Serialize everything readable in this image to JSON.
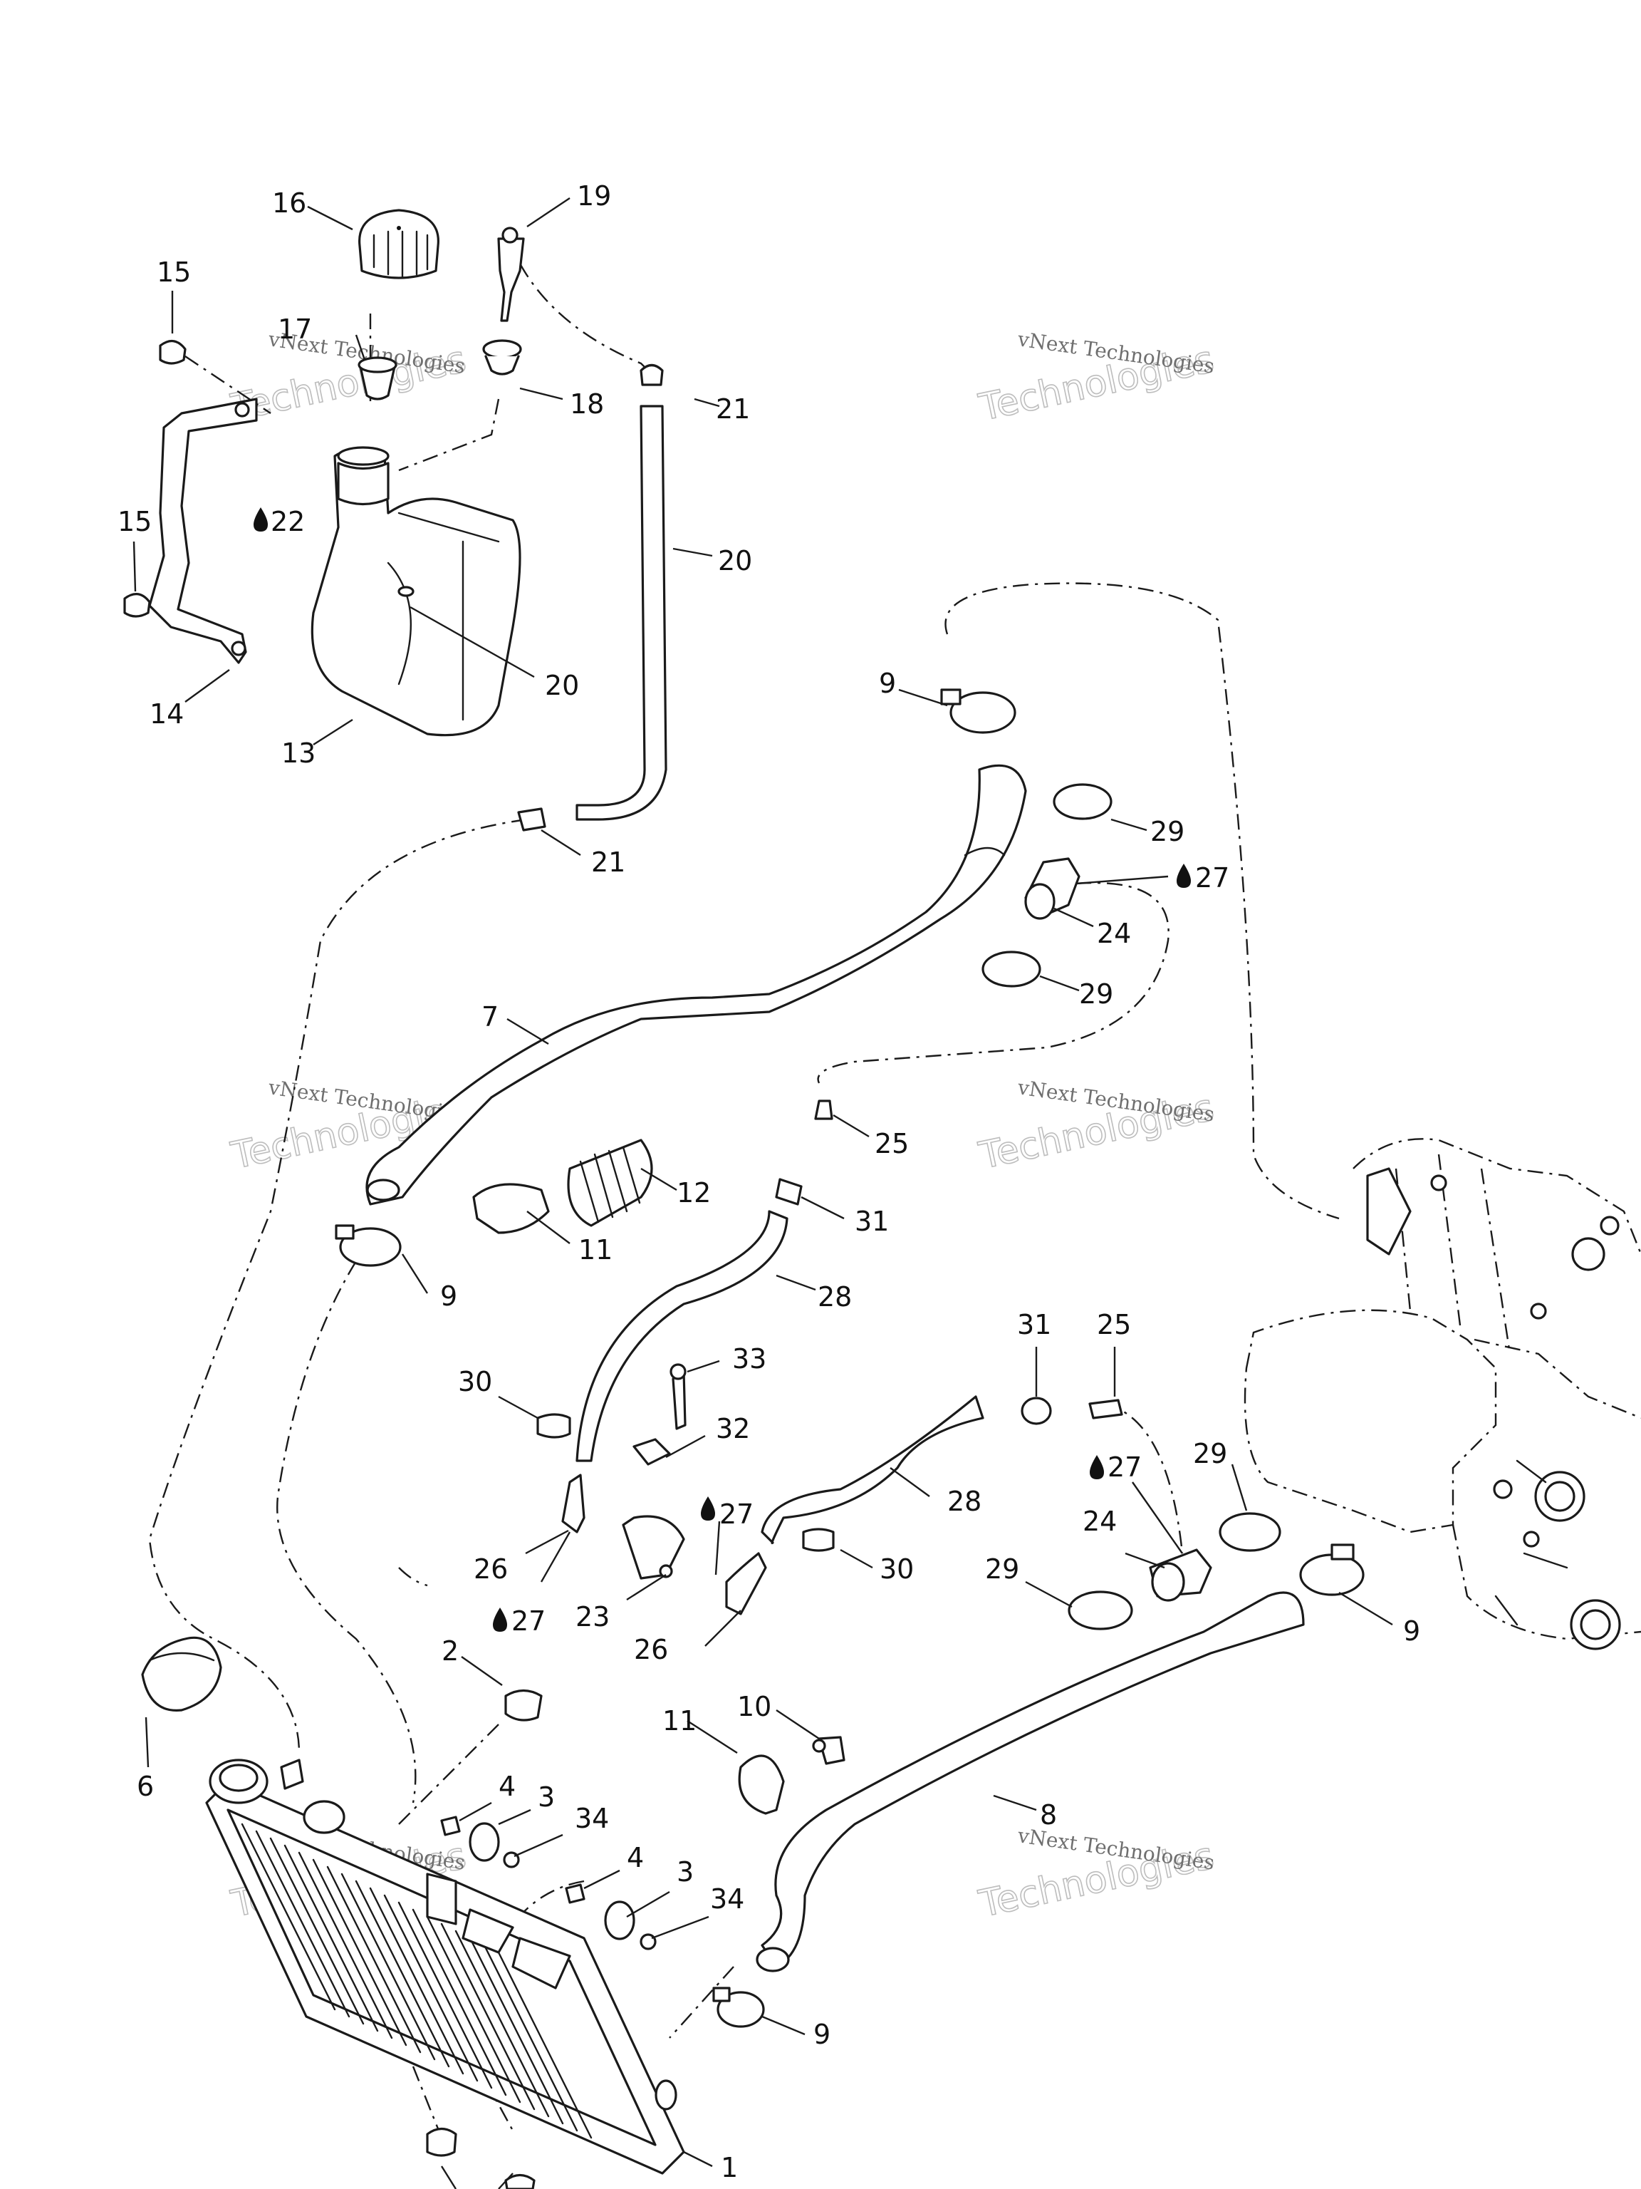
{
  "watermark": {
    "line1": "vNext Technologies",
    "line2": "Technologies",
    "logo_word": "vNext"
  },
  "callouts": [
    {
      "id": "c16",
      "label": "16"
    },
    {
      "id": "c19",
      "label": "19"
    },
    {
      "id": "c15a",
      "label": "15"
    },
    {
      "id": "c17",
      "label": "17"
    },
    {
      "id": "c18",
      "label": "18"
    },
    {
      "id": "c21a",
      "label": "21"
    },
    {
      "id": "c22",
      "label": "22"
    },
    {
      "id": "c20a",
      "label": "20"
    },
    {
      "id": "c15b",
      "label": "15"
    },
    {
      "id": "c20b",
      "label": "20"
    },
    {
      "id": "c14",
      "label": "14"
    },
    {
      "id": "c13",
      "label": "13"
    },
    {
      "id": "c9a",
      "label": "9"
    },
    {
      "id": "c21b",
      "label": "21"
    },
    {
      "id": "c29a",
      "label": "29"
    },
    {
      "id": "c27a",
      "label": "27"
    },
    {
      "id": "c24a",
      "label": "24"
    },
    {
      "id": "c29b",
      "label": "29"
    },
    {
      "id": "c7",
      "label": "7"
    },
    {
      "id": "c25a",
      "label": "25"
    },
    {
      "id": "c12",
      "label": "12"
    },
    {
      "id": "c31a",
      "label": "31"
    },
    {
      "id": "c11a",
      "label": "11"
    },
    {
      "id": "c9b",
      "label": "9"
    },
    {
      "id": "c28a",
      "label": "28"
    },
    {
      "id": "c31b",
      "label": "31"
    },
    {
      "id": "c25b",
      "label": "25"
    },
    {
      "id": "c33",
      "label": "33"
    },
    {
      "id": "c30a",
      "label": "30"
    },
    {
      "id": "c32",
      "label": "32"
    },
    {
      "id": "c27b",
      "label": "27"
    },
    {
      "id": "c29c",
      "label": "29"
    },
    {
      "id": "c28b",
      "label": "28"
    },
    {
      "id": "c24b",
      "label": "24"
    },
    {
      "id": "c27c",
      "label": "27"
    },
    {
      "id": "c26a",
      "label": "26"
    },
    {
      "id": "c30b",
      "label": "30"
    },
    {
      "id": "c29d",
      "label": "29"
    },
    {
      "id": "c27d",
      "label": "27"
    },
    {
      "id": "c23",
      "label": "23"
    },
    {
      "id": "c9c",
      "label": "9"
    },
    {
      "id": "c26b",
      "label": "26"
    },
    {
      "id": "c2",
      "label": "2"
    },
    {
      "id": "c10",
      "label": "10"
    },
    {
      "id": "c11b",
      "label": "11"
    },
    {
      "id": "c6",
      "label": "6"
    },
    {
      "id": "c4a",
      "label": "4"
    },
    {
      "id": "c3a",
      "label": "3"
    },
    {
      "id": "c34a",
      "label": "34"
    },
    {
      "id": "c8",
      "label": "8"
    },
    {
      "id": "c4b",
      "label": "4"
    },
    {
      "id": "c3b",
      "label": "3"
    },
    {
      "id": "c34b",
      "label": "34"
    },
    {
      "id": "c9d",
      "label": "9"
    },
    {
      "id": "c1",
      "label": "1"
    }
  ]
}
